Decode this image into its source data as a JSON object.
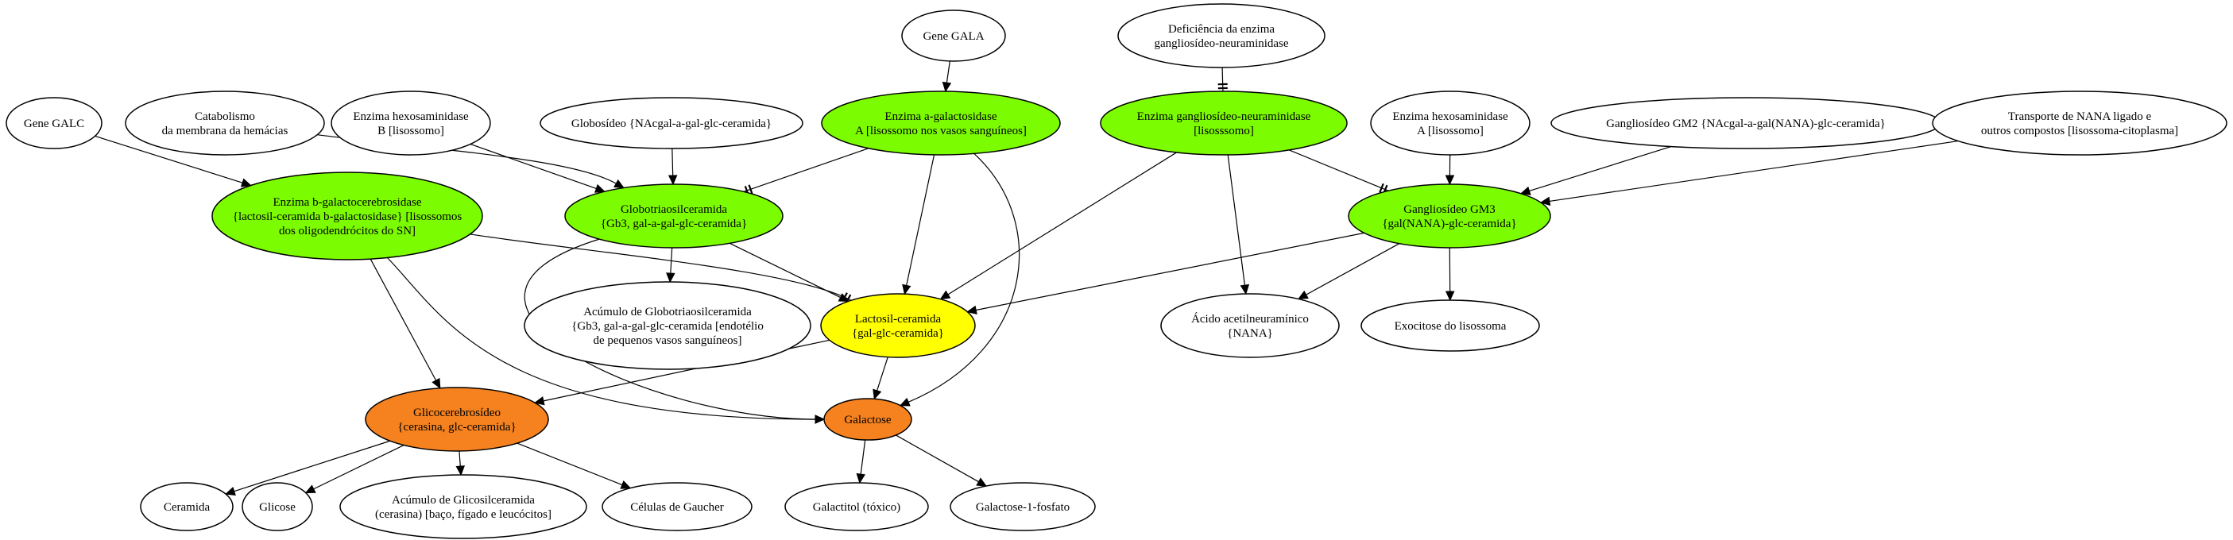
{
  "colors": {
    "default": "#ffffff",
    "green": "#7cfc00",
    "yellow": "#ffff00",
    "orange": "#f5821f"
  },
  "nodes": {
    "gene_galc": {
      "lines": [
        "Gene GALC"
      ],
      "fill": "default"
    },
    "catabolismo": {
      "lines": [
        "Catabolismo",
        "da membrana da hemácias"
      ],
      "fill": "default"
    },
    "hexb": {
      "lines": [
        "Enzima hexosaminidase",
        "B [lisossomo]"
      ],
      "fill": "default"
    },
    "globosideo": {
      "lines": [
        "Globosídeo {NAcgal-a-gal-glc-ceramida}"
      ],
      "fill": "default"
    },
    "gene_gala": {
      "lines": [
        "Gene GALA"
      ],
      "fill": "default"
    },
    "deficiencia": {
      "lines": [
        "Deficiência da enzima",
        "gangliosídeo-neuraminidase"
      ],
      "fill": "default"
    },
    "hexa": {
      "lines": [
        "Enzima hexosaminidase",
        "A [lisossomo]"
      ],
      "fill": "default"
    },
    "gm2": {
      "lines": [
        "Gangliosídeo GM2 {NAcgal-a-gal(NANA)-glc-ceramida}"
      ],
      "fill": "default"
    },
    "transporte": {
      "lines": [
        "Transporte de NANA ligado e",
        "outros compostos [lisossoma-citoplasma]"
      ],
      "fill": "default"
    },
    "beta_galacto": {
      "lines": [
        "Enzima b-galactocerebrosidase",
        "{lactosil-ceramida b-galactosidase} [lisossomos",
        "dos oligodendrócitos do SN]"
      ],
      "fill": "green"
    },
    "alfa_galacto": {
      "lines": [
        "Enzima a-galactosidase",
        "A [lisossomo nos vasos sanguíneos]"
      ],
      "fill": "green"
    },
    "neuraminidase": {
      "lines": [
        "Enzima gangliosídeo-neuraminidase",
        "[lisosssomo]"
      ],
      "fill": "green"
    },
    "globotriaosil": {
      "lines": [
        "Globotriaosilceramida",
        "{Gb3, gal-a-gal-glc-ceramida}"
      ],
      "fill": "green"
    },
    "gm3": {
      "lines": [
        "Gangliosídeo GM3",
        "{gal(NANA)-glc-ceramida}"
      ],
      "fill": "green"
    },
    "acumulo_gb3": {
      "lines": [
        "Acúmulo de Globotriaosilceramida",
        "{Gb3, gal-a-gal-glc-ceramida [endotélio",
        "de pequenos vasos sanguíneos]"
      ],
      "fill": "default"
    },
    "lactosil": {
      "lines": [
        "Lactosil-ceramida",
        "{gal-glc-ceramida}"
      ],
      "fill": "yellow"
    },
    "acido": {
      "lines": [
        "Ácido acetilneuramínico",
        "{NANA}"
      ],
      "fill": "default"
    },
    "exocitose": {
      "lines": [
        "Exocitose do lisossoma"
      ],
      "fill": "default"
    },
    "glicocerebrosideo": {
      "lines": [
        "Glicocerebrosídeo",
        "{cerasina, glc-ceramida}"
      ],
      "fill": "orange"
    },
    "galactose": {
      "lines": [
        "Galactose"
      ],
      "fill": "orange"
    },
    "ceramida": {
      "lines": [
        "Ceramida"
      ],
      "fill": "default"
    },
    "glicose": {
      "lines": [
        "Glicose"
      ],
      "fill": "default"
    },
    "acumulo_glicosil": {
      "lines": [
        "Acúmulo de Glicosilceramida",
        "(cerasina) [baço, fígado e leucócitos]"
      ],
      "fill": "default"
    },
    "gaucher": {
      "lines": [
        "Células de Gaucher"
      ],
      "fill": "default"
    },
    "galactitol": {
      "lines": [
        "Galactitol (tóxico)"
      ],
      "fill": "default"
    },
    "galactose1p": {
      "lines": [
        "Galactose-1-fosfato"
      ],
      "fill": "default"
    }
  },
  "edges": [
    {
      "from": "gene_galc",
      "to": "beta_galacto",
      "type": "arrow"
    },
    {
      "from": "catabolismo",
      "to": "globotriaosil",
      "type": "arrow"
    },
    {
      "from": "hexb",
      "to": "globotriaosil",
      "type": "arrow"
    },
    {
      "from": "globosideo",
      "to": "globotriaosil",
      "type": "arrow"
    },
    {
      "from": "gene_gala",
      "to": "alfa_galacto",
      "type": "arrow"
    },
    {
      "from": "deficiencia",
      "to": "neuraminidase",
      "type": "tee"
    },
    {
      "from": "alfa_galacto",
      "to": "globotriaosil",
      "type": "tee"
    },
    {
      "from": "alfa_galacto",
      "to": "lactosil",
      "type": "arrow"
    },
    {
      "from": "alfa_galacto",
      "to": "galactose",
      "type": "arrow"
    },
    {
      "from": "neuraminidase",
      "to": "gm3",
      "type": "tee"
    },
    {
      "from": "neuraminidase",
      "to": "lactosil",
      "type": "arrow"
    },
    {
      "from": "neuraminidase",
      "to": "acido",
      "type": "arrow"
    },
    {
      "from": "hexa",
      "to": "gm3",
      "type": "arrow"
    },
    {
      "from": "gm2",
      "to": "gm3",
      "type": "arrow"
    },
    {
      "from": "transporte",
      "to": "gm3",
      "type": "arrow"
    },
    {
      "from": "beta_galacto",
      "to": "lactosil",
      "type": "tee"
    },
    {
      "from": "beta_galacto",
      "to": "glicocerebrosideo",
      "type": "arrow"
    },
    {
      "from": "beta_galacto",
      "to": "galactose",
      "type": "arrow"
    },
    {
      "from": "globotriaosil",
      "to": "acumulo_gb3",
      "type": "arrow"
    },
    {
      "from": "globotriaosil",
      "to": "lactosil",
      "type": "arrow"
    },
    {
      "from": "globotriaosil",
      "to": "galactose",
      "type": "arrow"
    },
    {
      "from": "gm3",
      "to": "lactosil",
      "type": "arrow"
    },
    {
      "from": "gm3",
      "to": "acido",
      "type": "arrow"
    },
    {
      "from": "gm3",
      "to": "exocitose",
      "type": "arrow"
    },
    {
      "from": "lactosil",
      "to": "glicocerebrosideo",
      "type": "arrow"
    },
    {
      "from": "lactosil",
      "to": "galactose",
      "type": "arrow"
    },
    {
      "from": "glicocerebrosideo",
      "to": "ceramida",
      "type": "arrow"
    },
    {
      "from": "glicocerebrosideo",
      "to": "glicose",
      "type": "arrow"
    },
    {
      "from": "glicocerebrosideo",
      "to": "acumulo_glicosil",
      "type": "arrow"
    },
    {
      "from": "glicocerebrosideo",
      "to": "gaucher",
      "type": "arrow"
    },
    {
      "from": "galactose",
      "to": "galactitol",
      "type": "arrow"
    },
    {
      "from": "galactose",
      "to": "galactose1p",
      "type": "arrow"
    }
  ]
}
